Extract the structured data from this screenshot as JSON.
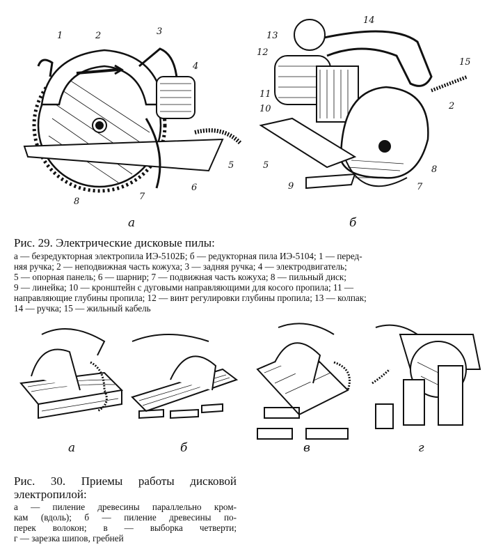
{
  "fig29": {
    "callouts_a": [
      "1",
      "2",
      "3",
      "4",
      "5",
      "6",
      "7",
      "8"
    ],
    "callouts_b": [
      "14",
      "13",
      "12",
      "15",
      "11",
      "10",
      "2",
      "5",
      "8",
      "9",
      "7"
    ],
    "label_a": "а",
    "label_b": "б",
    "title": "Рис. 29. Электрические дисковые пилы:",
    "caption_lines": [
      "а — безредукторная электропила ИЭ-5102Б; б — редукторная пила ИЭ-5104; 1 — перед-",
      "няя ручка; 2 — неподвижная часть кожуха; 3 — задняя ручка; 4 — электродвигатель;",
      "5 — опорная панель; 6 — шарнир; 7 — подвижная часть кожуха; 8 — пильный диск;",
      "9 — линейка; 10 — кронштейн с дуговыми направляющими для косого пропила; 11 —",
      "направляющие глубины пропила; 12 — винт регулировки глубины пропила; 13 — колпак;",
      "14 — ручка; 15 — жильный кабель"
    ]
  },
  "fig30": {
    "labels": [
      "а",
      "б",
      "в",
      "г"
    ],
    "title_lines": [
      "Рис. 30. Приемы работы дисковой",
      "электропилой:"
    ],
    "caption_lines": [
      "а — пиление древесины параллельно кром-",
      "кам (вдоль); б — пиление древесины по-",
      "перек волокон; в — выборка четверти;",
      "г — зарезка шипов, гребней"
    ]
  },
  "colors": {
    "ink": "#111111",
    "paper": "#ffffff"
  }
}
